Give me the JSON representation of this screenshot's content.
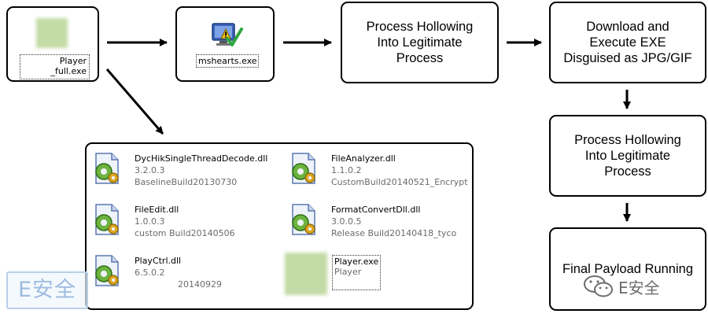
{
  "nodes": {
    "player_full": {
      "label": "Player\n_full.exe"
    },
    "mshearts": {
      "label": "mshearts.exe"
    },
    "process_hollowing_1": {
      "label": "Process Hollowing\nInto Legitimate\nProcess"
    },
    "download_execute": {
      "label": "Download and\nExecute EXE\nDisguised as JPG/GIF"
    },
    "process_hollowing_2": {
      "label": "Process Hollowing\nInto Legitimate\nProcess"
    },
    "final_payload": {
      "label": "Final Payload Running"
    }
  },
  "dll_files": [
    {
      "name": "DycHikSingleThreadDecode.dll",
      "version": "3.2.0.3",
      "build": "BaselineBuild20130730"
    },
    {
      "name": "FileAnalyzer.dll",
      "version": "1.1.0.2",
      "build": "CustomBuild20140521_Encrypt"
    },
    {
      "name": "FileEdit.dll",
      "version": "1.0.0.3",
      "build": "custom Build20140506"
    },
    {
      "name": "FormatConvertDll.dll",
      "version": "3.0.0.5",
      "build": "Release Build20140418_tyco"
    },
    {
      "name": "PlayCtrl.dll",
      "version": "6.5.0.2",
      "build": "20140929"
    }
  ],
  "player_exe": {
    "name": "Player.exe",
    "description": "Player"
  },
  "watermarks": {
    "left": "E安全",
    "right": "E安全"
  },
  "colors": {
    "border": "#000000",
    "blurred_icon": "#c3dba6",
    "meta_text": "#6b6b6b",
    "watermark": "#9fbce0"
  }
}
